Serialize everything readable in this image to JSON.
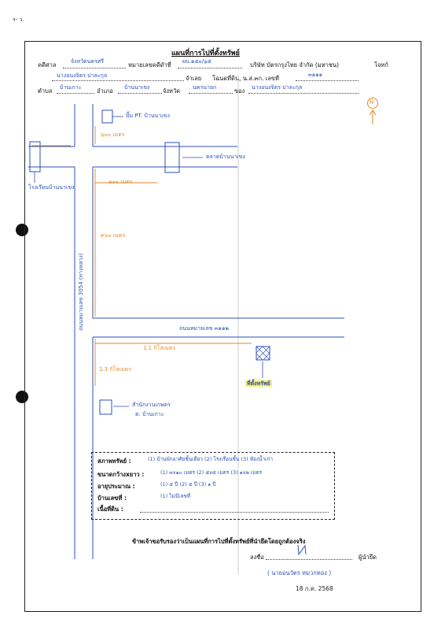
{
  "corner_marks": "ร- ว.",
  "header": {
    "title": "แผนที่การไปที่ตั้งทรัพย์",
    "case_label": "คดีศาล",
    "case_value": "จังหวัดนครศรี",
    "black_case_label": "หมายเลขคดีดำที่",
    "black_case_value": "ผบ.๑๕๐/๖๕",
    "company": "บริษัท บัตรกรุงไทย จำกัด (มหาชน)",
    "plaintiff_label": "โจทก์",
    "defendant_value": "นางอนงจิตร ปาละกุล",
    "defendant_label": "จำเลย",
    "deed_label": "โฉนดที่ดิน, น.ส.๓ก. เลขที่",
    "deed_value": "๓๑๑๑",
    "tambon_label": "ตำบล",
    "tambon_value": "บ้านเกาะ",
    "amphoe_label": "อำเภอ",
    "amphoe_value": "บ้านนาเขง",
    "province_label": "จังหวัด",
    "province_value": "นครนายก",
    "of_label": "ของ",
    "of_value": "นางอนงจิตร ปาละกุล"
  },
  "map": {
    "north": "N",
    "pump_label": "ปั๊ม PT. บ้านนาเขง",
    "dist_top": "๖๐๐ เมตร",
    "school_label": "โรงเรียนบ้านนาเขง",
    "market_label": "ตลาดบ้านนาเขง",
    "dist_100": "๑๐๐ เมตร",
    "dist_900": "๙๐๐ เมตร",
    "highway_label": "ถนนหมายเลข 3054 (ทางหลวง)",
    "road_label": "ถนนหมายเลข ๓๑๑๒",
    "dist_1_1": "1.1 กิโลเมตร",
    "dist_1_3": "1.3 กิโลเมตร",
    "property_label": "ที่ตั้งทรัพย์",
    "office_label_1": "สำนักงานเกษตร",
    "office_label_2": "ต. บ้านเกาะ"
  },
  "legend": {
    "type_label": "สภาพทรัพย์ :",
    "type_value": "(1) บ้านพักอาศัยชั้นเดียว (2) โรงเรือนชั้น (3) ห้องน้ำเก่า",
    "size_label": "ขนาดกว้างxยาว :",
    "size_value": "(1) ๓x๑๐ เมตร (2) ๕x๕ เมตร (3) ๑x๒ เมตร",
    "age_label": "อายุประมาณ :",
    "age_value": "(1) ๕ ปี (2) ๕ ปี (3) ๑ ปี",
    "house_no_label": "บ้านเลขที่ :",
    "house_no_value": "(1) ไม่มีเลขที่",
    "area_label": "เนื้อที่ดิน :"
  },
  "footer": {
    "certify": "ข้าพเจ้าขอรับรองว่าเป็นแผนที่การไปที่ตั้งทรัพย์ที่นำยึดโดยถูกต้องจริง",
    "sign_label": "ลงชื่อ",
    "role_label": "ผู้นำยึด",
    "name": "( นายอนวัตร หมวกทอง )",
    "date": "18 ก.ค. 2568"
  }
}
